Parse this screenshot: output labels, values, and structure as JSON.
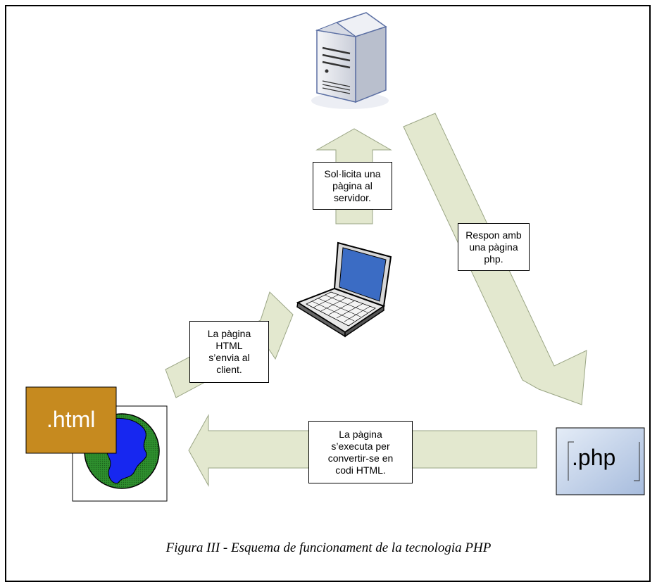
{
  "labels": {
    "request": "Sol·licita una\npàgina al\nservidor.",
    "response": "Respon amb\nuna pàgina\nphp.",
    "execute": "La pàgina\ns’executa per\nconvertir-se en\ncodi HTML.",
    "send": "La pàgina\nHTML\ns’envia al\nclient."
  },
  "files": {
    "html": ".html",
    "php": ".php"
  },
  "icons": {
    "server": "server-icon",
    "laptop": "laptop-icon",
    "globe": "globe-icon"
  },
  "colors": {
    "arrow_fill": "#e3e8cf",
    "arrow_stroke": "#9aa584",
    "html_box": "#c68a1f",
    "php_box_top": "#e4ecf7",
    "php_box_bottom": "#a7bcdd",
    "globe_land": "#2e8f2e",
    "globe_water": "#1727f0"
  },
  "caption": "Figura III - Esquema de funcionament de la tecnologia PHP"
}
